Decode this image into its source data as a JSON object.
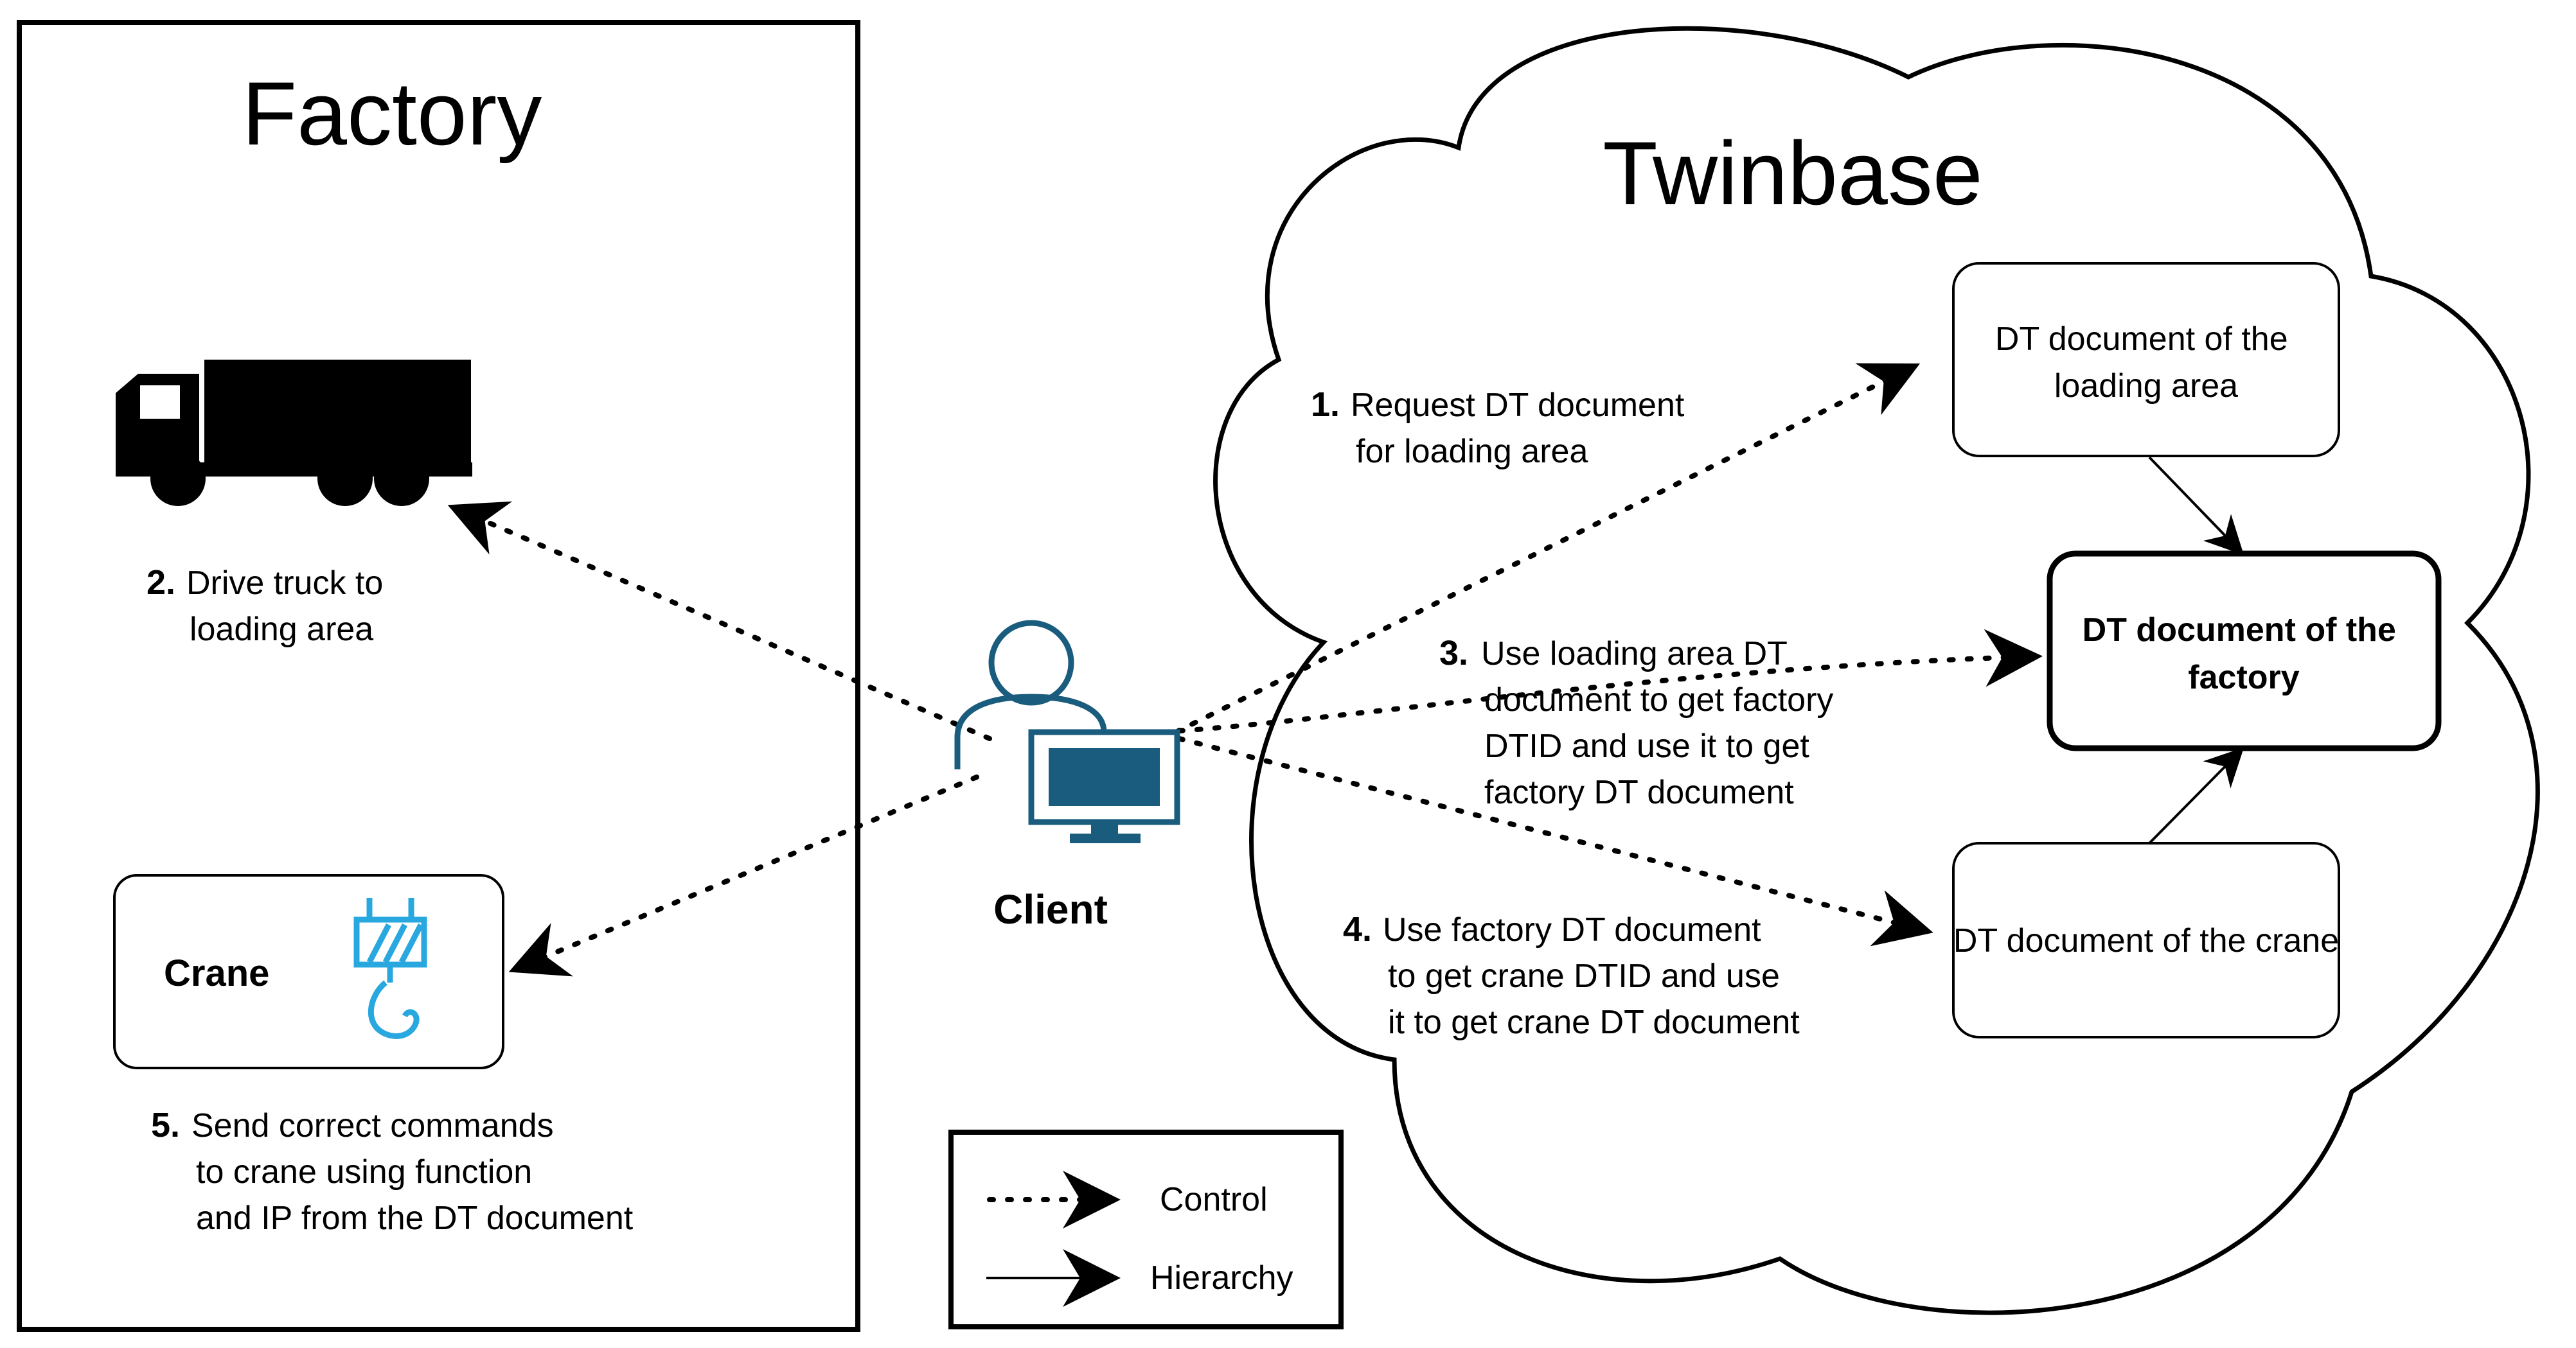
{
  "factory": {
    "title": "Factory",
    "crane_label": "Crane"
  },
  "twinbase": {
    "title": "Twinbase",
    "doc_loading_area": [
      "DT document of the",
      "loading area"
    ],
    "doc_factory": [
      "DT document of the",
      "factory"
    ],
    "doc_crane": "DT document of the crane"
  },
  "client": {
    "label": "Client"
  },
  "steps": {
    "step1": {
      "num": "1.",
      "lines": [
        "Request DT document",
        "for loading area"
      ]
    },
    "step2": {
      "num": "2.",
      "lines": [
        "Drive truck to",
        "loading area"
      ]
    },
    "step3": {
      "num": "3.",
      "lines": [
        "Use loading area DT",
        "document to get factory",
        "DTID and use it to get",
        "factory DT document"
      ]
    },
    "step4": {
      "num": "4.",
      "lines": [
        "Use factory DT document",
        "to get crane DTID and use",
        "it to get crane DT document"
      ]
    },
    "step5": {
      "num": "5.",
      "lines": [
        "Send correct commands",
        "to crane using function",
        "and IP from the DT document"
      ]
    }
  },
  "legend": {
    "control": "Control",
    "hierarchy": "Hierarchy"
  },
  "colors": {
    "client_icon": "#1a5c7e",
    "crane_icon": "#29a8e0",
    "stroke": "#000000"
  },
  "icons": {
    "truck": "truck-icon",
    "client": "user-computer-icon",
    "crane": "crane-hook-icon"
  }
}
